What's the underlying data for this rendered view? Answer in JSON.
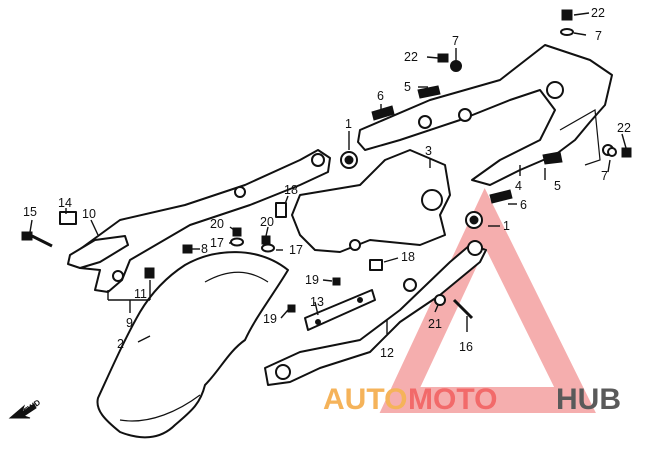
{
  "parts": [
    {
      "id": "p1a",
      "label": "1"
    },
    {
      "id": "p1b",
      "label": "1"
    },
    {
      "id": "p2",
      "label": "2"
    },
    {
      "id": "p3",
      "label": "3"
    },
    {
      "id": "p4",
      "label": "4"
    },
    {
      "id": "p5a",
      "label": "5"
    },
    {
      "id": "p5b",
      "label": "5"
    },
    {
      "id": "p6a",
      "label": "6"
    },
    {
      "id": "p6b",
      "label": "6"
    },
    {
      "id": "p7a",
      "label": "7"
    },
    {
      "id": "p7b",
      "label": "7"
    },
    {
      "id": "p7c",
      "label": "7"
    },
    {
      "id": "p8",
      "label": "8"
    },
    {
      "id": "p9",
      "label": "9"
    },
    {
      "id": "p10",
      "label": "10"
    },
    {
      "id": "p11",
      "label": "11"
    },
    {
      "id": "p12",
      "label": "12"
    },
    {
      "id": "p13",
      "label": "13"
    },
    {
      "id": "p14",
      "label": "14"
    },
    {
      "id": "p15",
      "label": "15"
    },
    {
      "id": "p16",
      "label": "16"
    },
    {
      "id": "p17a",
      "label": "17"
    },
    {
      "id": "p17b",
      "label": "17"
    },
    {
      "id": "p18a",
      "label": "18"
    },
    {
      "id": "p18b",
      "label": "18"
    },
    {
      "id": "p19a",
      "label": "19"
    },
    {
      "id": "p19b",
      "label": "19"
    },
    {
      "id": "p20a",
      "label": "20"
    },
    {
      "id": "p20b",
      "label": "20"
    },
    {
      "id": "p21",
      "label": "21"
    },
    {
      "id": "p22a",
      "label": "22"
    },
    {
      "id": "p22b",
      "label": "22"
    },
    {
      "id": "p22c",
      "label": "22"
    }
  ],
  "direction_label": "FWD",
  "watermark": {
    "part1": "AUTO",
    "part2": "MOTO",
    "part3": "HUB"
  },
  "colors": {
    "watermark_orange": "#f5b35a",
    "watermark_red": "#f26a6a",
    "watermark_gray": "#5a5a5a",
    "watermark_triangle": "#f39a9a"
  }
}
